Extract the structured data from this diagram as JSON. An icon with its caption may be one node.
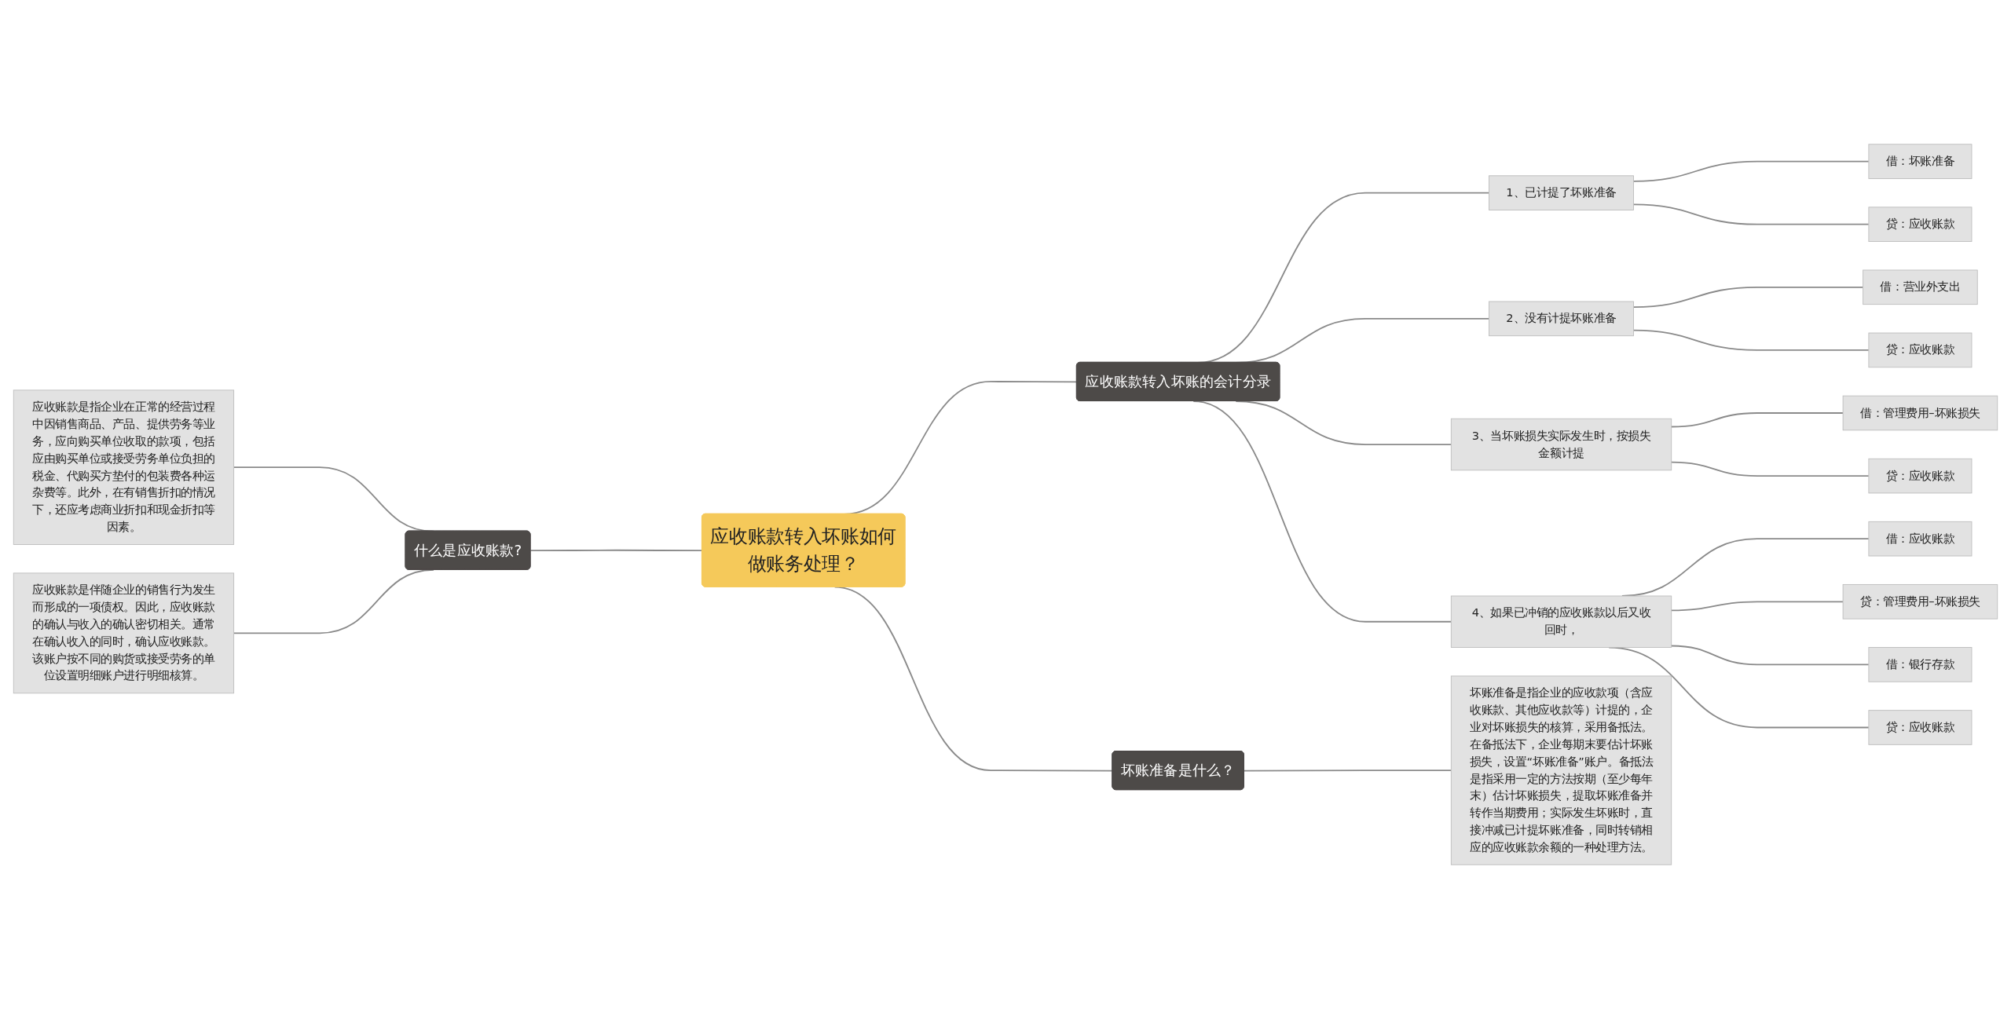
{
  "diagram": {
    "nodes": [
      {
        "text": [
          "应收账款转入坏账如何做账务处理？"
        ]
      },
      {
        "text": [
          "应收账款转入坏账的会计分录"
        ]
      },
      {
        "text": [
          "1、已计提了坏账准备"
        ]
      },
      {
        "text": [
          "借：坏账准备"
        ]
      },
      {
        "text": [
          "贷：应收账款"
        ]
      },
      {
        "text": [
          "2、没有计提坏账准备"
        ]
      },
      {
        "text": [
          "借：营业外支出"
        ]
      },
      {
        "text": [
          "贷：应收账款"
        ]
      },
      {
        "text": [
          "3、当坏账损失实际发生时，按损失金额计提"
        ]
      },
      {
        "text": [
          "借：管理费用–坏账损失"
        ]
      },
      {
        "text": [
          "贷：应收账款"
        ]
      },
      {
        "text": [
          "4、如果已冲销的应收账款以后又收回时，"
        ]
      },
      {
        "text": [
          "借：应收账款"
        ]
      },
      {
        "text": [
          "贷：管理费用–坏账损失"
        ]
      },
      {
        "text": [
          "借：银行存款"
        ]
      },
      {
        "text": [
          "贷：应收账款"
        ]
      },
      {
        "text": [
          "坏账准备是什么？"
        ]
      },
      {
        "text": [
          "坏账准备是指企业的应收款项（含应收账款、其他应收款等）计提的，企业对坏账损失的核算，采用备抵法。在备抵法下，企业每期末要估计坏账损失，设置“坏账准备”账户。备抵法是指采用一定的方法按期（至少每年末）估计坏账损失，提取坏账准备并转作当期费用；实际发生坏账时，直接冲减已计提坏账准备，同时转销相应的应收账款余额的一种处理方法。"
        ]
      },
      {
        "text": [
          "什么是应收账款?"
        ]
      },
      {
        "text": [
          "应收账款是指企业在正常的经营过程中因销售商品、产品、提供劳务等业务，应向购买单位收取的款项，包括应由购买单位或接受劳务单位负担的税金、代购买方垫付的包装费各种运杂费等。此外，在有销售折扣的情况下，还应考虑商业折扣和现金折扣等因素。"
        ]
      },
      {
        "text": [
          "应收账款是伴随企业的销售行为发生而形成的一项债权。因此，应收账款的确认与收入的确认密切相关。通常在确认收入的同时，确认应收账款。该账户按不同的购货或接受劳务的单位设置明细账户进行明细核算。"
        ]
      }
    ],
    "edges": [
      {
        "from": 19,
        "to": 18,
        "arrow": "none"
      },
      {
        "from": 20,
        "to": 18,
        "arrow": "none"
      },
      {
        "from": 18,
        "to": 0,
        "arrow": "none"
      },
      {
        "from": 0,
        "to": 1,
        "arrow": "none"
      },
      {
        "from": 1,
        "to": 2,
        "arrow": "none"
      },
      {
        "from": 2,
        "to": 3,
        "arrow": "none"
      },
      {
        "from": 2,
        "to": 4,
        "arrow": "none"
      },
      {
        "from": 1,
        "to": 5,
        "arrow": "none"
      },
      {
        "from": 5,
        "to": 6,
        "arrow": "none"
      },
      {
        "from": 5,
        "to": 7,
        "arrow": "none"
      },
      {
        "from": 1,
        "to": 8,
        "arrow": "none"
      },
      {
        "from": 8,
        "to": 9,
        "arrow": "none"
      },
      {
        "from": 8,
        "to": 10,
        "arrow": "none"
      },
      {
        "from": 1,
        "to": 11,
        "arrow": "none"
      },
      {
        "from": 11,
        "to": 12,
        "arrow": "none"
      },
      {
        "from": 11,
        "to": 13,
        "arrow": "none"
      },
      {
        "from": 11,
        "to": 14,
        "arrow": "none"
      },
      {
        "from": 11,
        "to": 15,
        "arrow": "none"
      },
      {
        "from": 0,
        "to": 16,
        "arrow": "none"
      },
      {
        "from": 16,
        "to": 17,
        "arrow": "none"
      }
    ]
  }
}
